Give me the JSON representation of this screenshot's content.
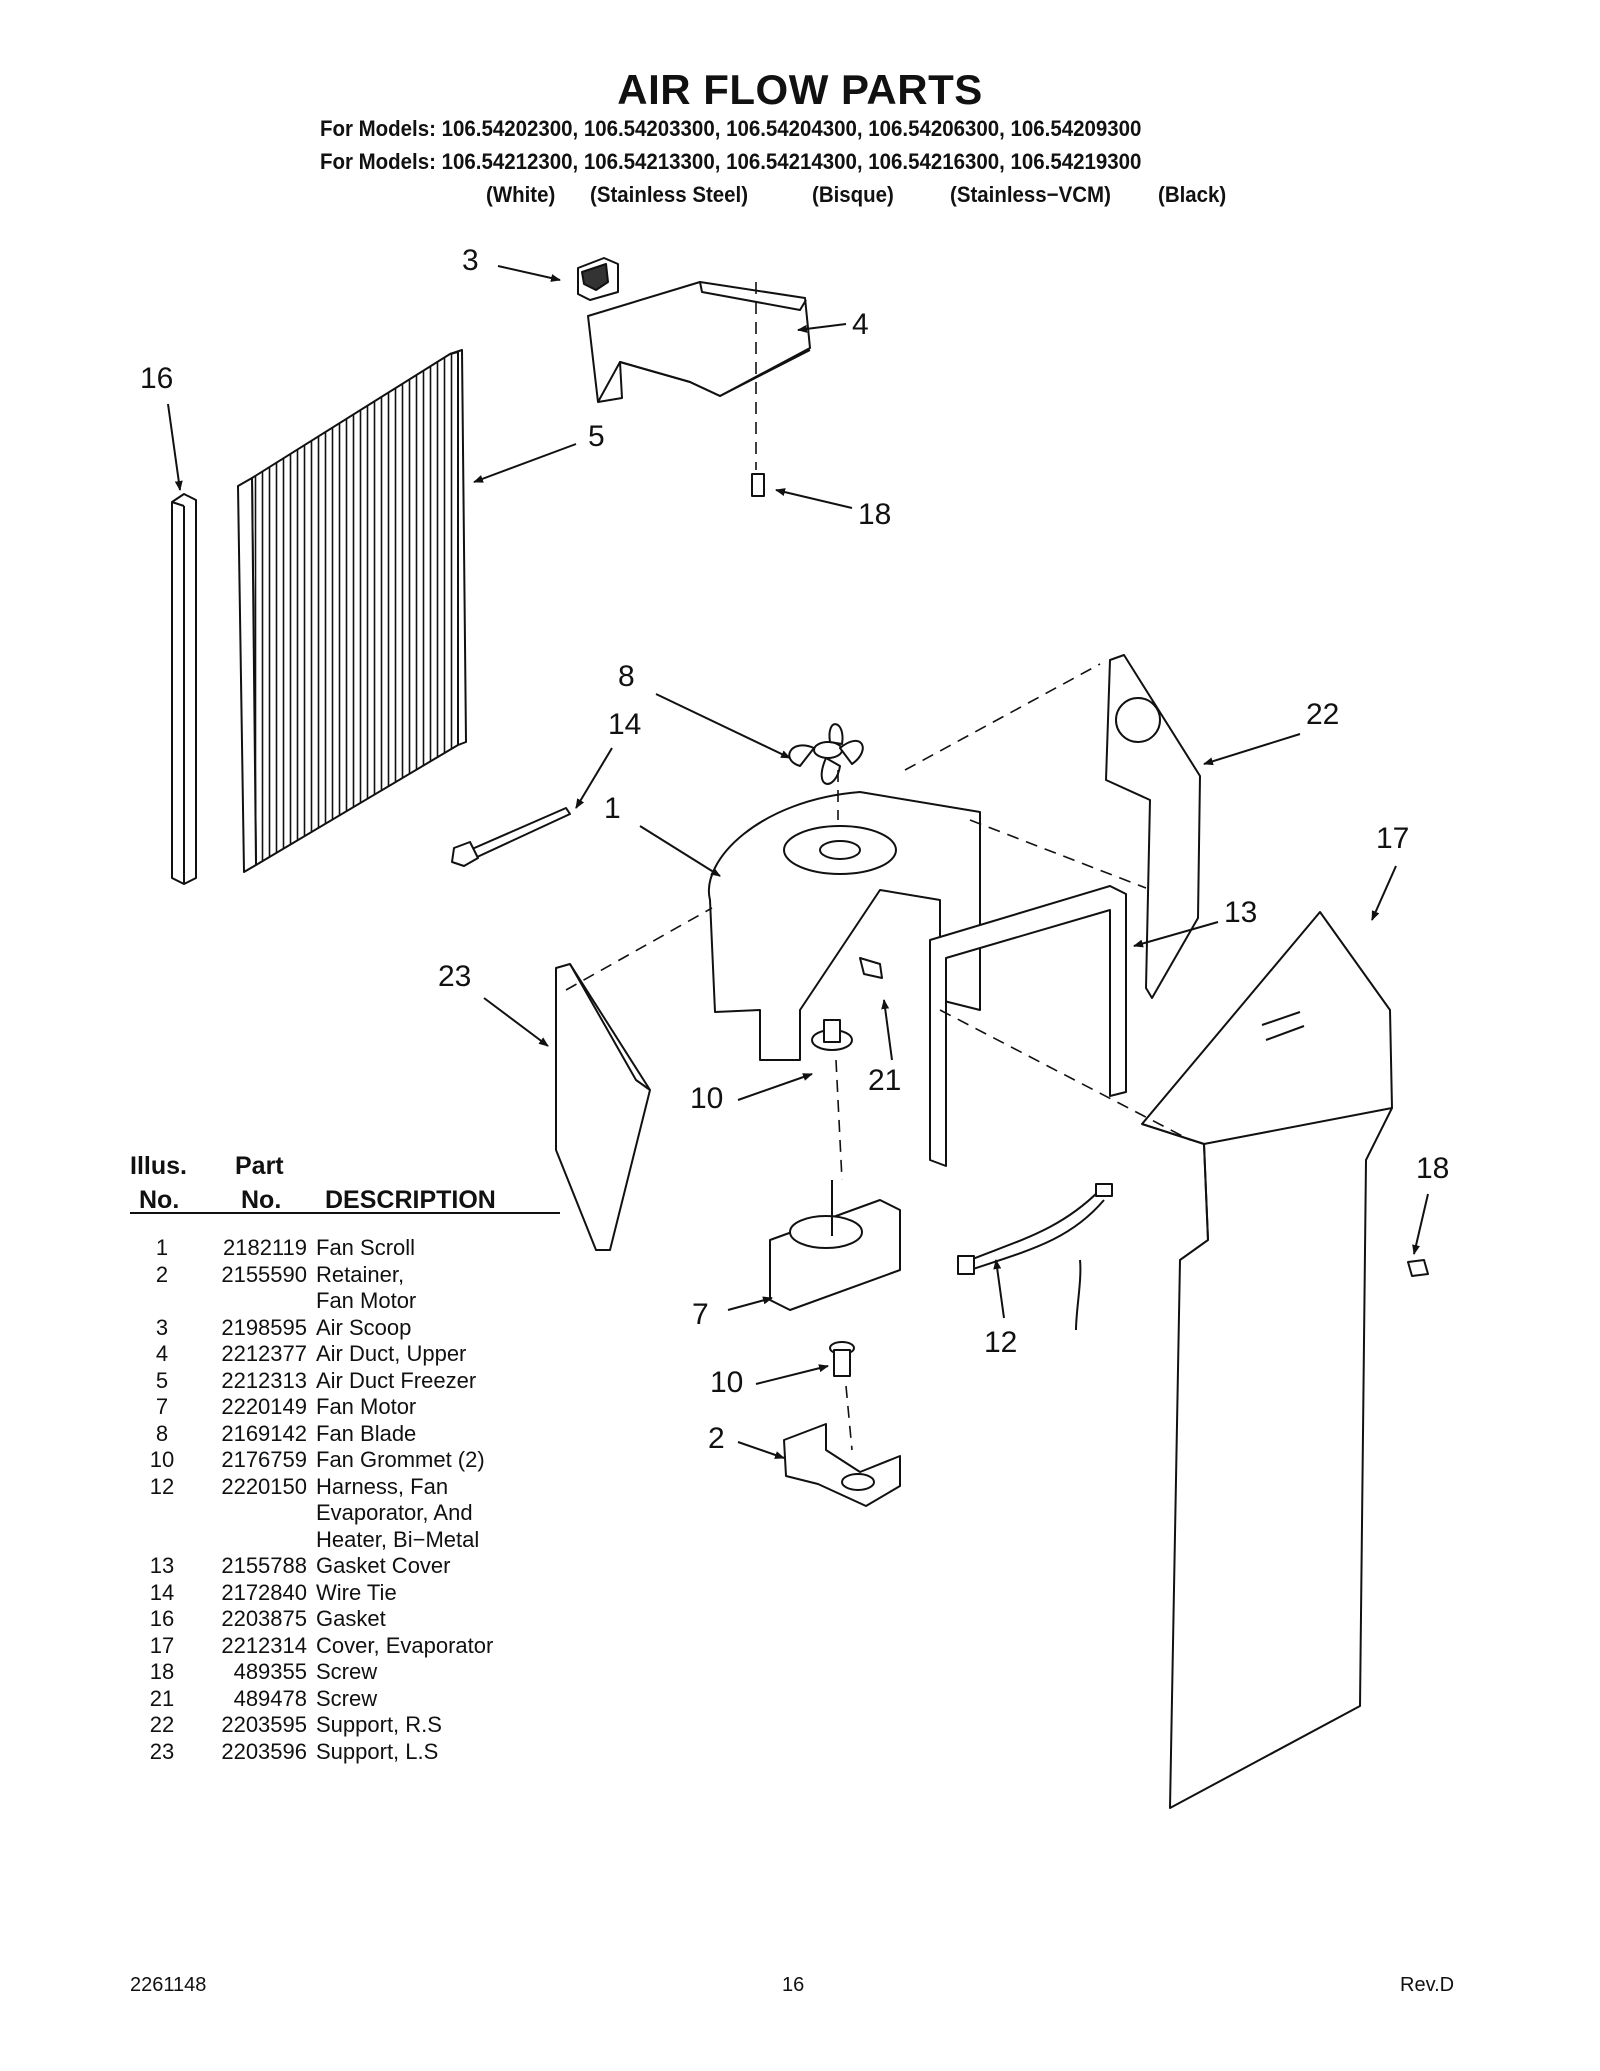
{
  "page": {
    "title": "AIR FLOW PARTS",
    "models_line1": "For Models: 106.54202300, 106.54203300, 106.54204300, 106.54206300, 106.54209300",
    "models_line2": "For Models: 106.54212300, 106.54213300, 106.54214300, 106.54216300, 106.54219300",
    "colors": [
      "(White)",
      "(Stainless Steel)",
      "(Bisque)",
      "(Stainless−VCM)",
      "(Black)"
    ]
  },
  "callouts": [
    "3",
    "4",
    "16",
    "5",
    "18",
    "8",
    "14",
    "22",
    "1",
    "17",
    "13",
    "23",
    "21",
    "10",
    "18",
    "7",
    "12",
    "10",
    "2"
  ],
  "table": {
    "header_illus": "Illus.",
    "header_no": "No.",
    "header_part": "Part",
    "header_part_no": "No.",
    "header_description": "DESCRIPTION",
    "rows": [
      {
        "illus": "1",
        "part": "2182119",
        "desc": "Fan Scroll"
      },
      {
        "illus": "2",
        "part": "2155590",
        "desc": "Retainer,\nFan Motor"
      },
      {
        "illus": "3",
        "part": "2198595",
        "desc": "Air Scoop"
      },
      {
        "illus": "4",
        "part": "2212377",
        "desc": "Air Duct, Upper"
      },
      {
        "illus": "5",
        "part": "2212313",
        "desc": "Air Duct Freezer"
      },
      {
        "illus": "7",
        "part": "2220149",
        "desc": "Fan Motor"
      },
      {
        "illus": "8",
        "part": "2169142",
        "desc": "Fan Blade"
      },
      {
        "illus": "10",
        "part": "2176759",
        "desc": "Fan Grommet (2)"
      },
      {
        "illus": "12",
        "part": "2220150",
        "desc": "Harness, Fan\nEvaporator, And\nHeater, Bi−Metal"
      },
      {
        "illus": "13",
        "part": "2155788",
        "desc": "Gasket Cover"
      },
      {
        "illus": "14",
        "part": "2172840",
        "desc": "Wire Tie"
      },
      {
        "illus": "16",
        "part": "2203875",
        "desc": "Gasket"
      },
      {
        "illus": "17",
        "part": "2212314",
        "desc": "Cover, Evaporator"
      },
      {
        "illus": "18",
        "part": "489355",
        "desc": "Screw"
      },
      {
        "illus": "21",
        "part": "489478",
        "desc": "Screw"
      },
      {
        "illus": "22",
        "part": "2203595",
        "desc": "Support, R.S"
      },
      {
        "illus": "23",
        "part": "2203596",
        "desc": "Support, L.S"
      }
    ]
  },
  "footer": {
    "doc_number": "2261148",
    "page_number": "16",
    "revision": "Rev.D"
  }
}
